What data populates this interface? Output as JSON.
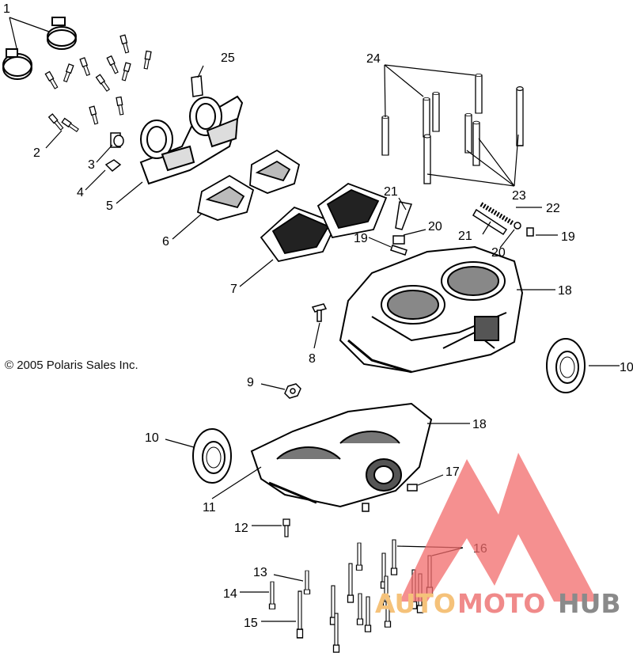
{
  "copyright": "© 2005 Polaris Sales Inc.",
  "callouts": {
    "c1": "1",
    "c2": "2",
    "c3": "3",
    "c4": "4",
    "c5": "5",
    "c6": "6",
    "c7": "7",
    "c8": "8",
    "c9": "9",
    "c10a": "10",
    "c10b": "10",
    "c11": "11",
    "c12": "12",
    "c13": "13",
    "c14": "14",
    "c15": "15",
    "c16": "16",
    "c17": "17",
    "c18a": "18",
    "c18b": "18",
    "c19a": "19",
    "c19b": "19",
    "c20a": "20",
    "c20b": "20",
    "c21a": "21",
    "c21b": "21",
    "c22": "22",
    "c23": "23",
    "c24": "24",
    "c25": "25"
  },
  "watermark": {
    "part1": "AUTO",
    "part2": "MOTO",
    "part3": "HUB",
    "colors": {
      "auto": "#f5c27a",
      "moto": "#f08a8a",
      "hub": "#8a8a8a",
      "triangle": "#f26b6b"
    }
  }
}
